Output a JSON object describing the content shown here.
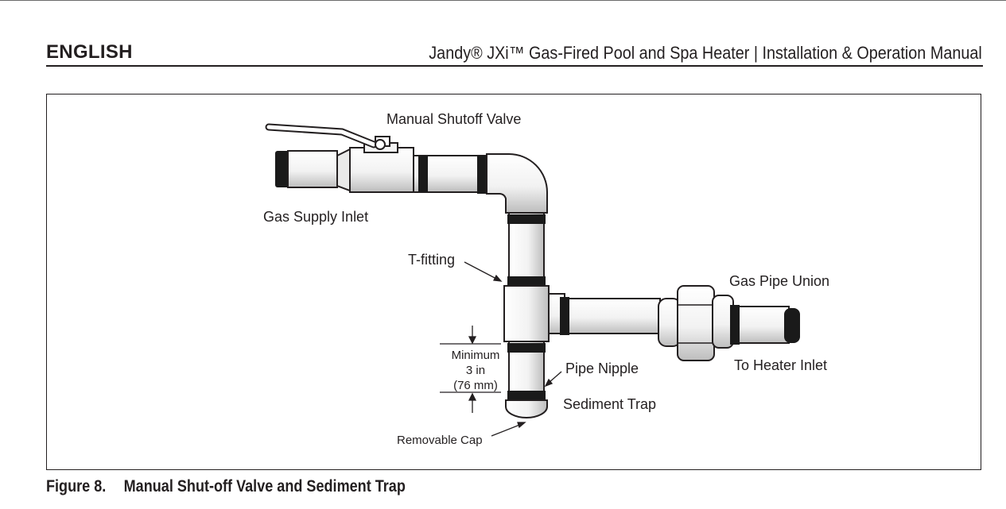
{
  "header": {
    "language": "ENGLISH",
    "document_title": "Jandy® JXi™ Gas-Fired Pool and Spa Heater  |  Installation & Operation Manual"
  },
  "diagram": {
    "labels": {
      "manual_shutoff_valve": "Manual Shutoff Valve",
      "gas_supply_inlet": "Gas Supply Inlet",
      "t_fitting": "T-fitting",
      "gas_pipe_union": "Gas Pipe Union",
      "to_heater_inlet": "To Heater Inlet",
      "pipe_nipple": "Pipe Nipple",
      "sediment_trap": "Sediment Trap",
      "removable_cap": "Removable Cap",
      "minimum_line1": "Minimum",
      "minimum_line2": "3 in",
      "minimum_line3": "(76 mm)"
    }
  },
  "caption": {
    "number": "Figure 8.",
    "title": "Manual Shut-off Valve and Sediment Trap"
  }
}
